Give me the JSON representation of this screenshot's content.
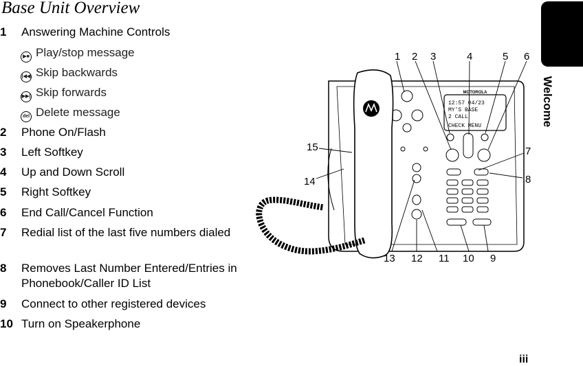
{
  "page": {
    "title": "Base Unit Overview",
    "side_tab_label": "Welcome",
    "page_number": "iii"
  },
  "items": [
    {
      "num": "1",
      "text": "Answering Machine Controls"
    },
    {
      "num": "2",
      "text": "Phone On/Flash"
    },
    {
      "num": "3",
      "text": "Left Softkey"
    },
    {
      "num": "4",
      "text": "Up and Down Scroll"
    },
    {
      "num": "5",
      "text": "Right Softkey"
    },
    {
      "num": "6",
      "text": "End Call/Cancel Function"
    },
    {
      "num": "7",
      "text": "Redial list of the last five numbers dialed"
    },
    {
      "num": "8",
      "text": "Removes Last Number Entered/Entries in Phonebook/Caller ID List"
    },
    {
      "num": "9",
      "text": "Connect to other registered devices"
    },
    {
      "num": "10",
      "text": "Turn on Speakerphone"
    }
  ],
  "answering_controls": [
    {
      "icon": "play-stop-icon",
      "text": "Play/stop message"
    },
    {
      "icon": "skip-backwards-icon",
      "text": "Skip backwards"
    },
    {
      "icon": "skip-forwards-icon",
      "text": "Skip forwards"
    },
    {
      "icon": "delete-icon",
      "text": "Delete message"
    }
  ],
  "figure": {
    "callouts": [
      "1",
      "2",
      "3",
      "4",
      "5",
      "6",
      "7",
      "8",
      "9",
      "10",
      "11",
      "12",
      "13",
      "14",
      "15"
    ],
    "brand": "MOTOROLA",
    "display_lines": [
      "12:57 04/23",
      "MY'S BASE",
      "2 CALL",
      "CHECK MENU"
    ]
  }
}
